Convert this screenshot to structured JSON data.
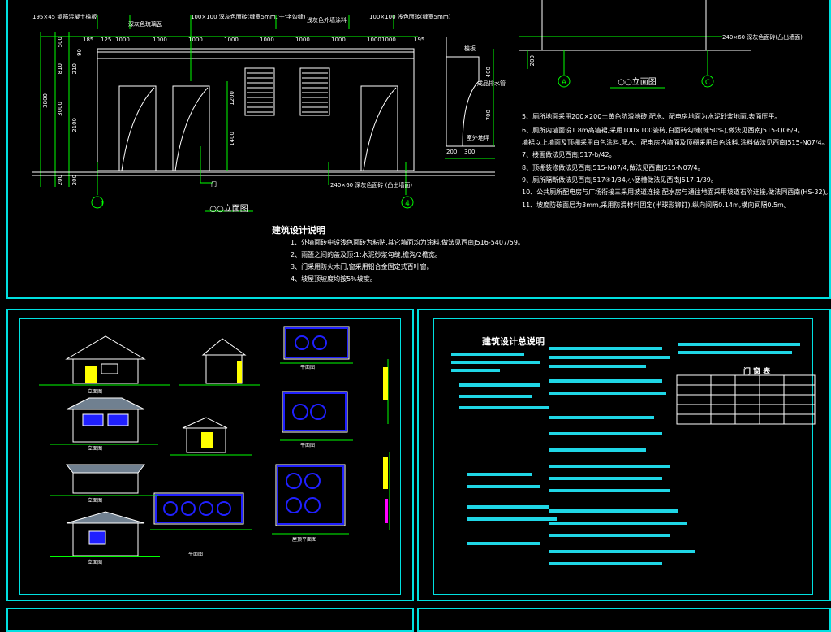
{
  "top_sheet": {
    "elevation_title": "○○立面图",
    "elevation_title_right": "○○立面图",
    "axis_left": "1",
    "axis_right": "4",
    "axis_a": "A",
    "axis_c": "C",
    "top_dims": [
      "185",
      "125",
      "1000",
      "1000",
      "1000",
      "1000",
      "1000",
      "1000",
      "1000",
      "1000",
      "1000",
      "195"
    ],
    "left_dims": [
      "500",
      "90",
      "810",
      "210",
      "3800",
      "3000",
      "2100",
      "200",
      "200"
    ],
    "mid_dims": [
      "1200",
      "1400"
    ],
    "section_dims": [
      "400",
      "700",
      "200",
      "300"
    ],
    "side_dims": [
      "200"
    ],
    "callouts": [
      "195×45 钢筋混凝土檐板",
      "深灰色琉璃瓦",
      "100×100 深灰色面砖(缝宽5mm,'十'字勾缝)",
      "浅灰色外墙涂料",
      "100×100 浅色面砖(缝宽5mm)",
      "门",
      "240×60 深灰色面砖 (凸出墙面)",
      "240×60 深灰色面砖(凸出墙面)",
      "檐板",
      "成品排水管",
      "室外地坪"
    ],
    "notes_title": "建筑设计说明",
    "notes": [
      "1、外墙面砖中设浅色面砖为粘贴,其它墙面均为涂料,做法见西南J516-5407/59。",
      "2、雨篷之间的盖及顶:1:水泥砂浆勾缝,檐沟/2檐宽。",
      "3、门采用防火木门,窗采用铝合金固定式百叶窗。",
      "4、坡屋顶坡度均按5%坡度。"
    ],
    "right_notes": [
      "5、厕所地面采用200×200土黄色防滑地砖,配水、配电房地面为水泥砂浆地面,表面压平。",
      "6、厕所内墙面设1.8m高墙裙,采用100×100瓷砖,白面砖勾缝(缝50%),做法见西南J515-Q06/9。",
      "墙裙以上墙面及顶棚采用白色涂料,配水、配电房内墙面及顶棚采用白色涂料,涂料做法见西南J515-N07/4。",
      "7、楼面做法见西南J517-b/42。",
      "8、顶棚装修做法见西南J515-N07/4,做法见西南J515-N07/4。",
      "9、厕所隔断做法见西南J517④1/34,小便槽做法见西南J517-1/39。",
      "10、公共厕所配电房与广场衔接三采用坡道连接,配水房与通往地面采用坡道石阶连接,做法同西南(HS-32)。",
      "11、坡度防碳面层为3mm,采用防滑材料固定(半球形铆钉),纵向间隔0.14m,横向间隔0.5m。"
    ]
  },
  "bottom_right": {
    "title": "建筑设计总说明",
    "table_title": "门 窗 表"
  },
  "bottom_left": {
    "labels": [
      "立面图",
      "立面图",
      "立面图",
      "立面图",
      "平面图",
      "平面图",
      "平面图",
      "屋顶平面图"
    ]
  },
  "colors": {
    "border": "#00e0e0",
    "line": "#ffffff",
    "green": "#00ff00",
    "blue": "#2020ff",
    "cyan": "#1fd6e6",
    "yellow": "#ffff00",
    "magenta": "#ff00ff"
  }
}
